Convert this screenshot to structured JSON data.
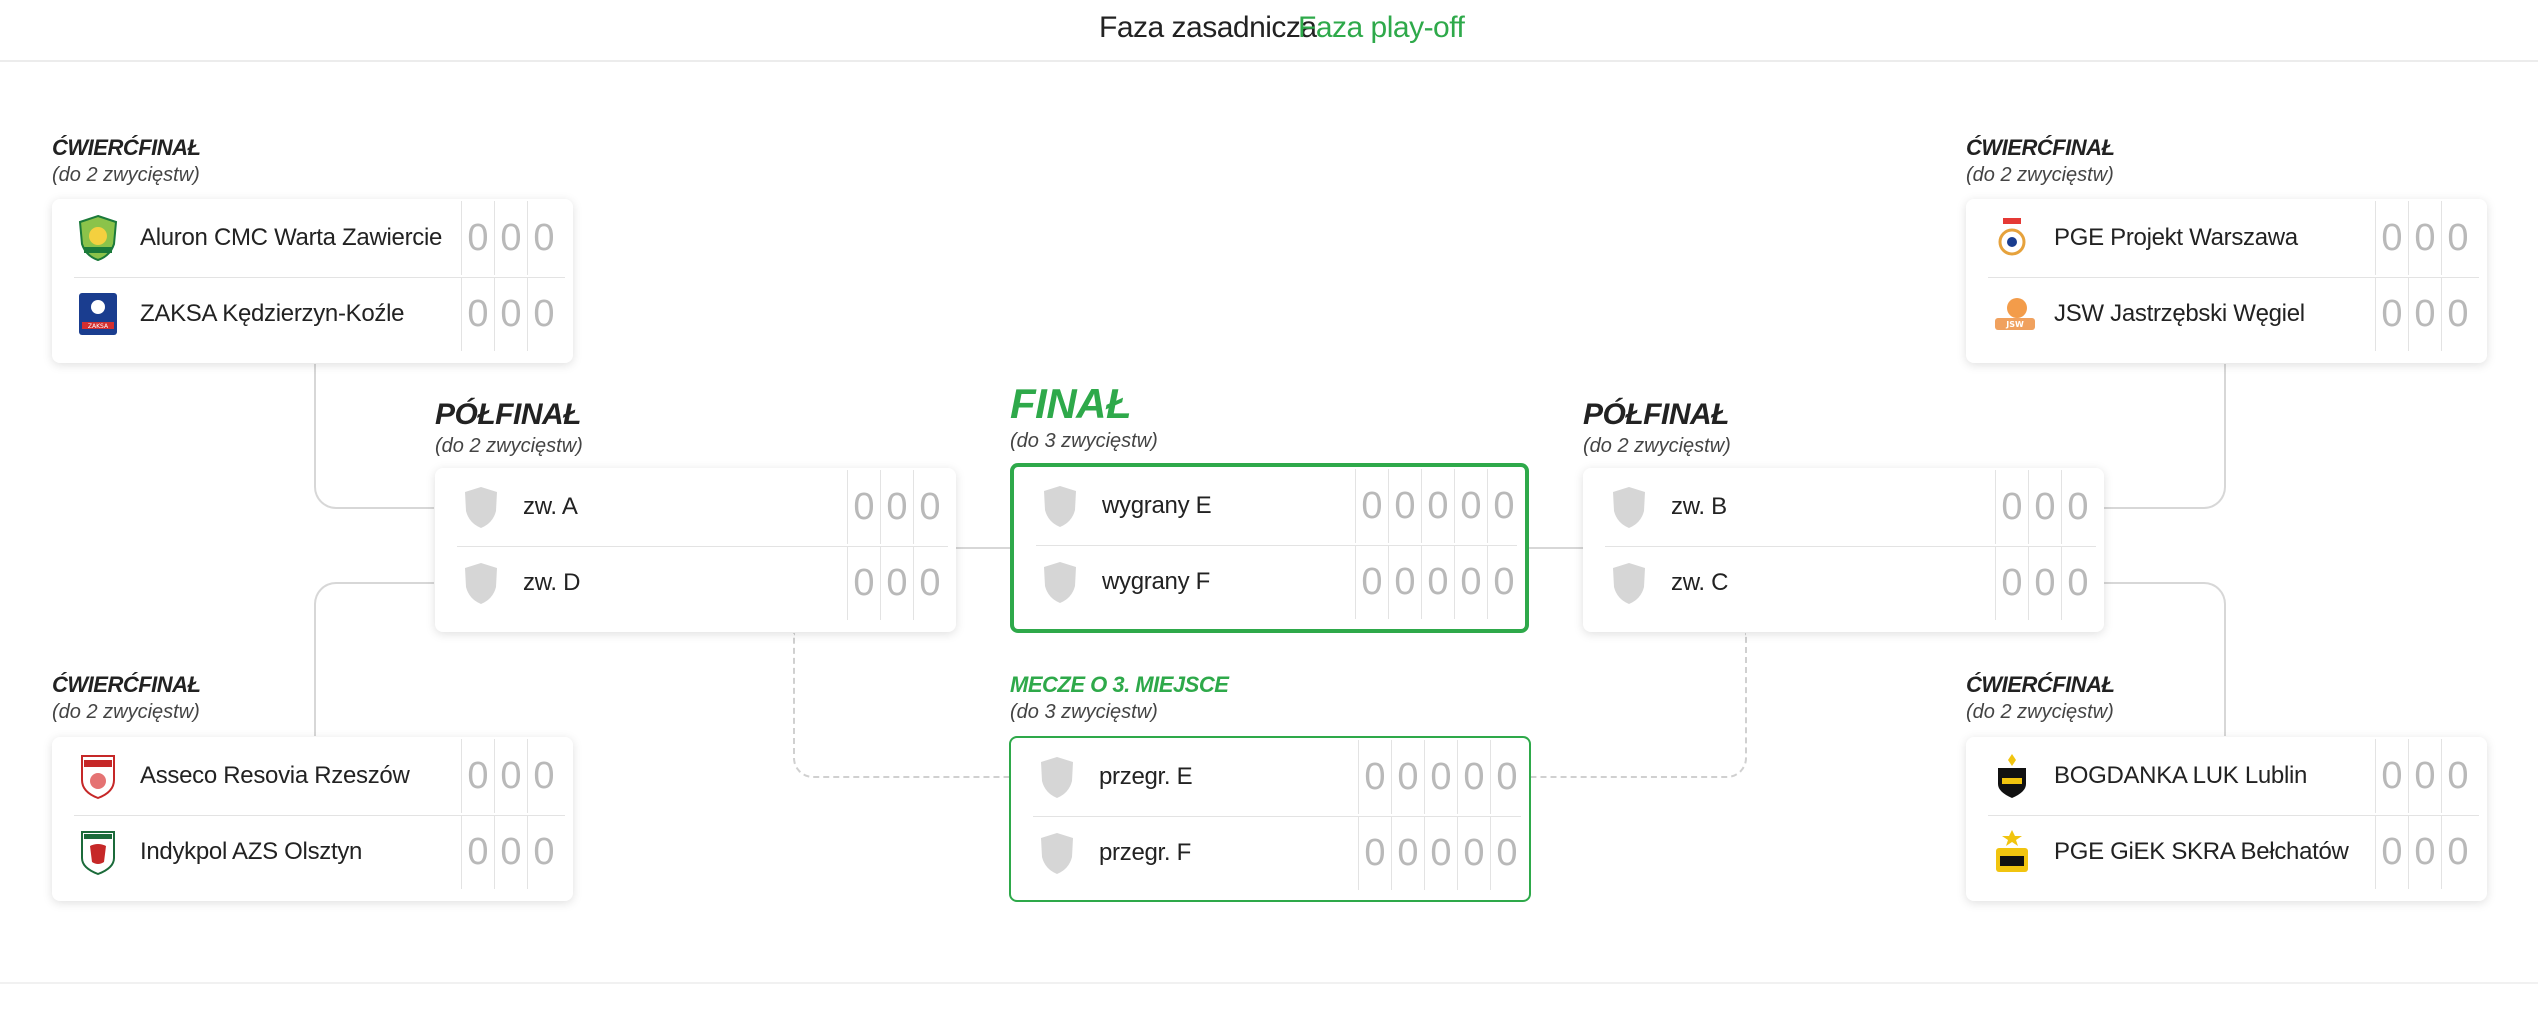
{
  "tabs": {
    "regular": "Faza zasadnicza",
    "playoff": "Faza play-off"
  },
  "rounds": {
    "quarter_title": "ĆWIERĆFINAŁ",
    "quarter_sub": "(do 2 zwycięstw)",
    "semi_title": "PÓŁFINAŁ",
    "semi_sub": "(do 2 zwycięstw)",
    "final_title": "FINAŁ",
    "final_sub": "(do 3 zwycięstw)",
    "third_title": "MECZE O 3. MIEJSCE",
    "third_sub": "(do 3 zwycięstw)"
  },
  "quarterfinals": {
    "top_left": {
      "team1": "Aluron CMC Warta Zawiercie",
      "team2": "ZAKSA Kędzierzyn-Koźle",
      "score1": [
        "0",
        "0",
        "0"
      ],
      "score2": [
        "0",
        "0",
        "0"
      ]
    },
    "bottom_left": {
      "team1": "Asseco Resovia Rzeszów",
      "team2": "Indykpol AZS Olsztyn",
      "score1": [
        "0",
        "0",
        "0"
      ],
      "score2": [
        "0",
        "0",
        "0"
      ]
    },
    "top_right": {
      "team1": "PGE Projekt Warszawa",
      "team2": "JSW Jastrzębski Węgiel",
      "score1": [
        "0",
        "0",
        "0"
      ],
      "score2": [
        "0",
        "0",
        "0"
      ]
    },
    "bottom_right": {
      "team1": "BOGDANKA LUK Lublin",
      "team2": "PGE GiEK SKRA Bełchatów",
      "score1": [
        "0",
        "0",
        "0"
      ],
      "score2": [
        "0",
        "0",
        "0"
      ]
    }
  },
  "semifinals": {
    "left": {
      "team1": "zw. A",
      "team2": "zw. D",
      "score1": [
        "0",
        "0",
        "0"
      ],
      "score2": [
        "0",
        "0",
        "0"
      ]
    },
    "right": {
      "team1": "zw. B",
      "team2": "zw. C",
      "score1": [
        "0",
        "0",
        "0"
      ],
      "score2": [
        "0",
        "0",
        "0"
      ]
    }
  },
  "final": {
    "team1": "wygrany E",
    "team2": "wygrany F",
    "score1": [
      "0",
      "0",
      "0",
      "0",
      "0"
    ],
    "score2": [
      "0",
      "0",
      "0",
      "0",
      "0"
    ]
  },
  "third_place": {
    "team1": "przegr. E",
    "team2": "przegr. F",
    "score1": [
      "0",
      "0",
      "0",
      "0",
      "0"
    ],
    "score2": [
      "0",
      "0",
      "0",
      "0",
      "0"
    ]
  },
  "colors": {
    "accent": "#2ea94a",
    "score": "#b9b9b9"
  },
  "icons": {
    "placeholder": "shield-placeholder-icon"
  }
}
